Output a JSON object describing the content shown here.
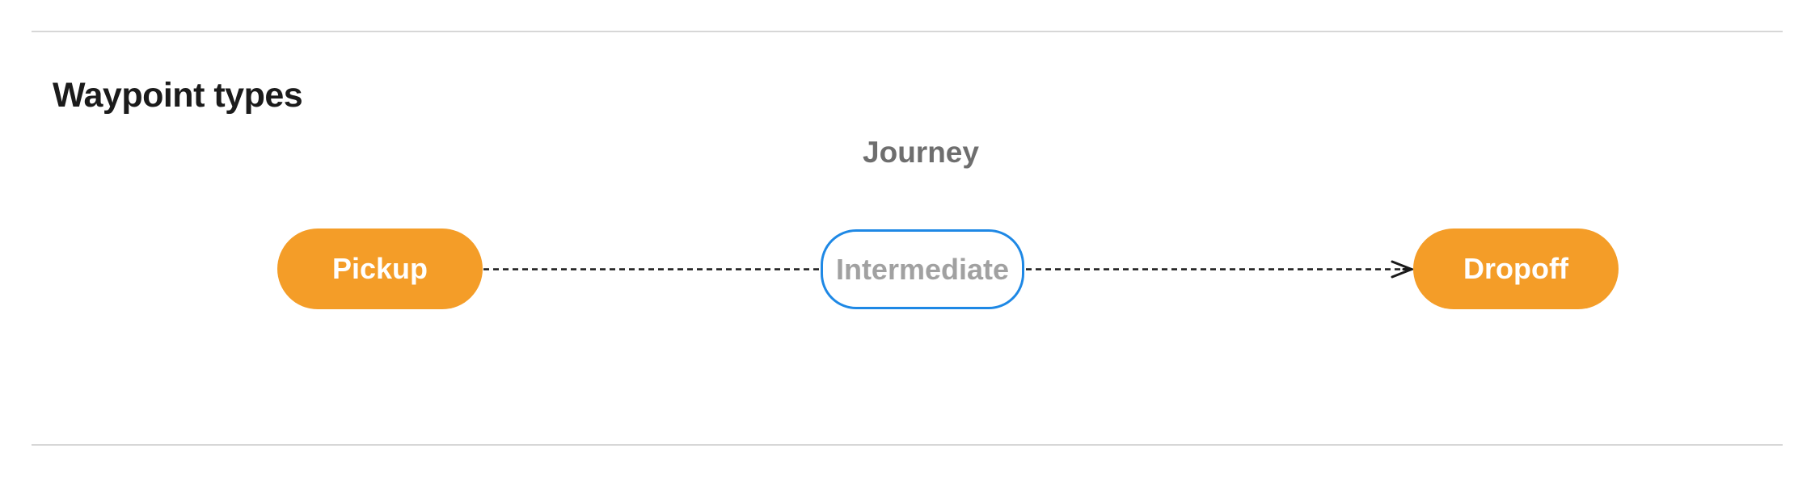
{
  "page": {
    "title": "Waypoint types"
  },
  "diagram": {
    "group_label": "Journey",
    "nodes": [
      {
        "id": "pickup",
        "label": "Pickup",
        "style": "filled-orange"
      },
      {
        "id": "intermediate",
        "label": "Intermediate",
        "style": "outlined-blue"
      },
      {
        "id": "dropoff",
        "label": "Dropoff",
        "style": "filled-orange"
      }
    ],
    "edges": [
      {
        "from": "Pickup",
        "to": "Intermediate",
        "style": "dashed",
        "arrowhead": false
      },
      {
        "from": "Intermediate",
        "to": "Dropoff",
        "style": "dashed",
        "arrowhead": true
      }
    ],
    "colors": {
      "node_fill_orange": "#f49d28",
      "node_text_on_orange": "#ffffff",
      "outline_blue": "#1e88e5",
      "outline_text_gray": "#a1a1a1",
      "edge_black": "#1a1a1a",
      "group_label_gray": "#6e6e6e",
      "divider_gray": "#d7d7d7",
      "title_black": "#1b1b1b"
    }
  }
}
